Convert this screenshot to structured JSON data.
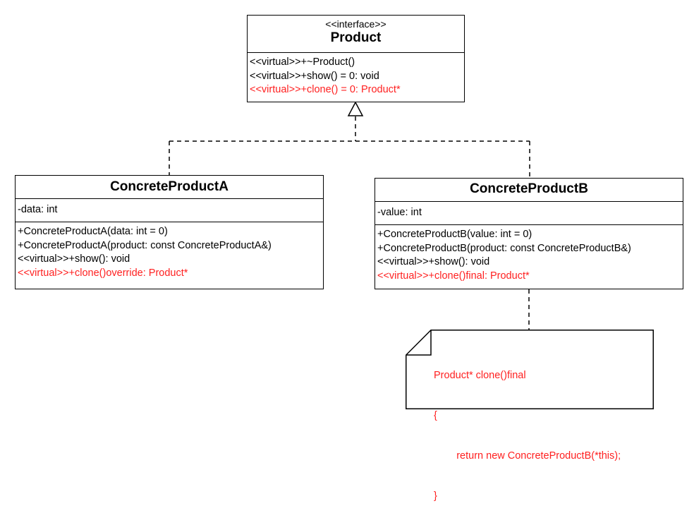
{
  "colors": {
    "line": "#000000",
    "highlight": "#ff2020",
    "background": "#ffffff"
  },
  "product": {
    "stereotype": "<<interface>>",
    "name": "Product",
    "operations": [
      {
        "text": "<<virtual>>+~Product()",
        "highlight": false
      },
      {
        "text": "<<virtual>>+show() = 0: void",
        "highlight": false
      },
      {
        "text": "<<virtual>>+clone() = 0: Product*",
        "highlight": true
      }
    ]
  },
  "concrete_a": {
    "name": "ConcreteProductA",
    "attributes": [
      {
        "text": "-data: int",
        "highlight": false
      }
    ],
    "operations": [
      {
        "text": "+ConcreteProductA(data: int = 0)",
        "highlight": false
      },
      {
        "text": "+ConcreteProductA(product: const ConcreteProductA&)",
        "highlight": false
      },
      {
        "text": "<<virtual>>+show(): void",
        "highlight": false
      },
      {
        "text": "<<virtual>>+clone()override: Product*",
        "highlight": true
      }
    ]
  },
  "concrete_b": {
    "name": "ConcreteProductB",
    "attributes": [
      {
        "text": "-value: int",
        "highlight": false
      }
    ],
    "operations": [
      {
        "text": "+ConcreteProductB(value: int = 0)",
        "highlight": false
      },
      {
        "text": "+ConcreteProductB(product: const ConcreteProductB&)",
        "highlight": false
      },
      {
        "text": "<<virtual>>+show(): void",
        "highlight": false
      },
      {
        "text": "<<virtual>>+clone()final: Product*",
        "highlight": true
      }
    ]
  },
  "note": {
    "lines": [
      "Product* clone()final",
      "{",
      "        return new ConcreteProductB(*this);",
      "}"
    ]
  }
}
